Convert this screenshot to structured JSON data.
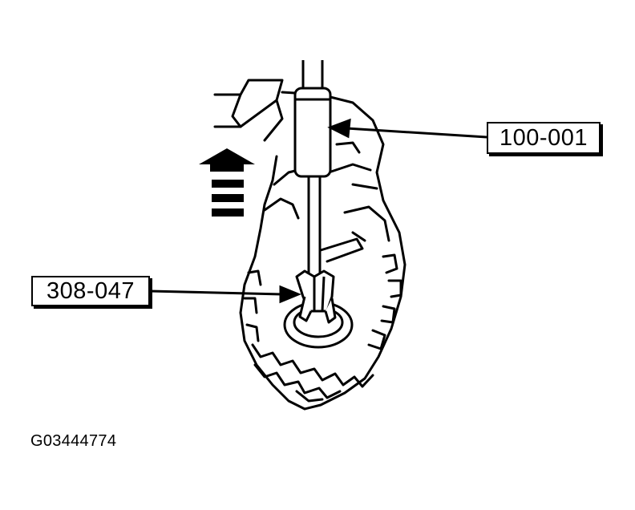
{
  "callouts": {
    "tool_upper": "100-001",
    "tool_lower": "308-047"
  },
  "figure_id": "G03444774",
  "icons": {
    "direction": "up-arrow-icon"
  },
  "colors": {
    "line": "#000000",
    "background": "#ffffff"
  }
}
